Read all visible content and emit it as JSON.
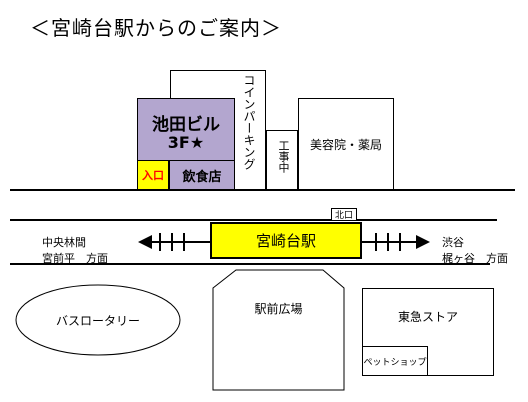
{
  "title": "＜宮崎台駅からのご案内＞",
  "buildings": {
    "ikeda_bldg": {
      "name": "池田ビル",
      "floor": "3F★"
    },
    "entrance": "入口",
    "restaurant": "飲食店",
    "coin_parking": "コインパーキング",
    "construction": "工事中",
    "beauty_pharmacy": "美容院・薬局"
  },
  "station": {
    "name": "宮崎台駅",
    "north_exit": "北口"
  },
  "directions": {
    "left_line1": "中央林間",
    "left_line2": "宮前平　方面",
    "right_line1": "渋谷",
    "right_line2": "梶ヶ谷　方面"
  },
  "places": {
    "bus_rotary": "バスロータリー",
    "station_plaza": "駅前広場",
    "tokyu_store": "東急ストア",
    "pet_shop": "ペットショップ"
  },
  "colors": {
    "ikeda_purple": "#b3a6cf",
    "station_yellow": "#ffff00",
    "entrance_yellow": "#ffff00",
    "entrance_text": "#ff0000"
  }
}
